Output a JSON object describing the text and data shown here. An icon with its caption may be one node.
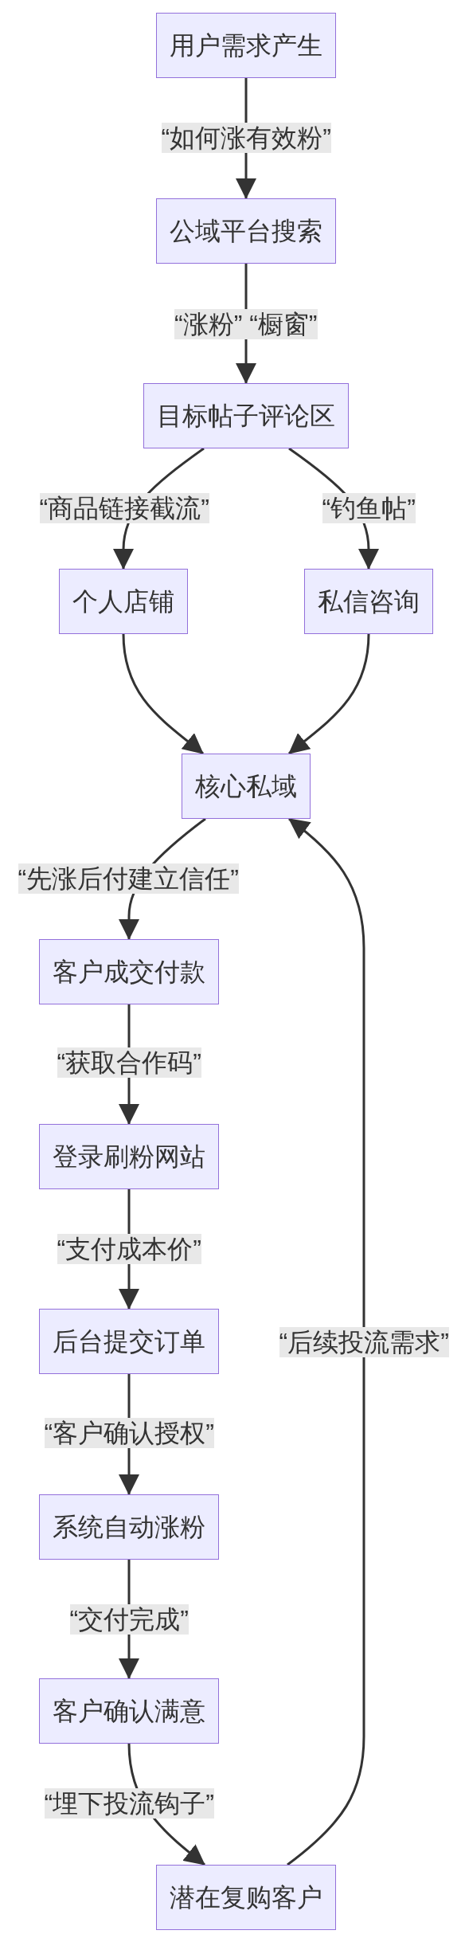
{
  "diagram": {
    "nodes": [
      {
        "text": [
          "用户需求产生"
        ]
      },
      {
        "text": [
          "公域平台搜索"
        ]
      },
      {
        "text": [
          "目标帖子评论区"
        ]
      },
      {
        "text": [
          "个人店铺"
        ]
      },
      {
        "text": [
          "私信咨询"
        ]
      },
      {
        "text": [
          "核心私域"
        ]
      },
      {
        "text": [
          "客户成交付款"
        ]
      },
      {
        "text": [
          "登录刷粉网站"
        ]
      },
      {
        "text": [
          "后台提交订单"
        ]
      },
      {
        "text": [
          "系统自动涨粉"
        ]
      },
      {
        "text": [
          "客户确认满意"
        ]
      },
      {
        "text": [
          "潜在复购客户"
        ]
      }
    ],
    "edges": [
      {
        "from": 0,
        "to": 1,
        "arrow": "to",
        "label": "“如何涨有效粉”"
      },
      {
        "from": 1,
        "to": 2,
        "arrow": "to",
        "label": "“涨粉” “橱窗”"
      },
      {
        "from": 2,
        "to": 3,
        "arrow": "to",
        "label": "“商品链接截流”"
      },
      {
        "from": 2,
        "to": 4,
        "arrow": "to",
        "label": "“钓鱼帖”"
      },
      {
        "from": 3,
        "to": 5,
        "arrow": "to"
      },
      {
        "from": 4,
        "to": 5,
        "arrow": "to"
      },
      {
        "from": 5,
        "to": 6,
        "arrow": "to",
        "label": "“先涨后付建立信任”"
      },
      {
        "from": 6,
        "to": 7,
        "arrow": "to",
        "label": "“获取合作码”"
      },
      {
        "from": 7,
        "to": 8,
        "arrow": "to",
        "label": "“支付成本价”"
      },
      {
        "from": 8,
        "to": 9,
        "arrow": "to",
        "label": "“客户确认授权”"
      },
      {
        "from": 9,
        "to": 10,
        "arrow": "to",
        "label": "“交付完成”"
      },
      {
        "from": 10,
        "to": 11,
        "arrow": "to",
        "label": "“埋下投流钩子”"
      },
      {
        "from": 11,
        "to": 5,
        "arrow": "to",
        "label": "“后续投流需求”"
      }
    ]
  }
}
